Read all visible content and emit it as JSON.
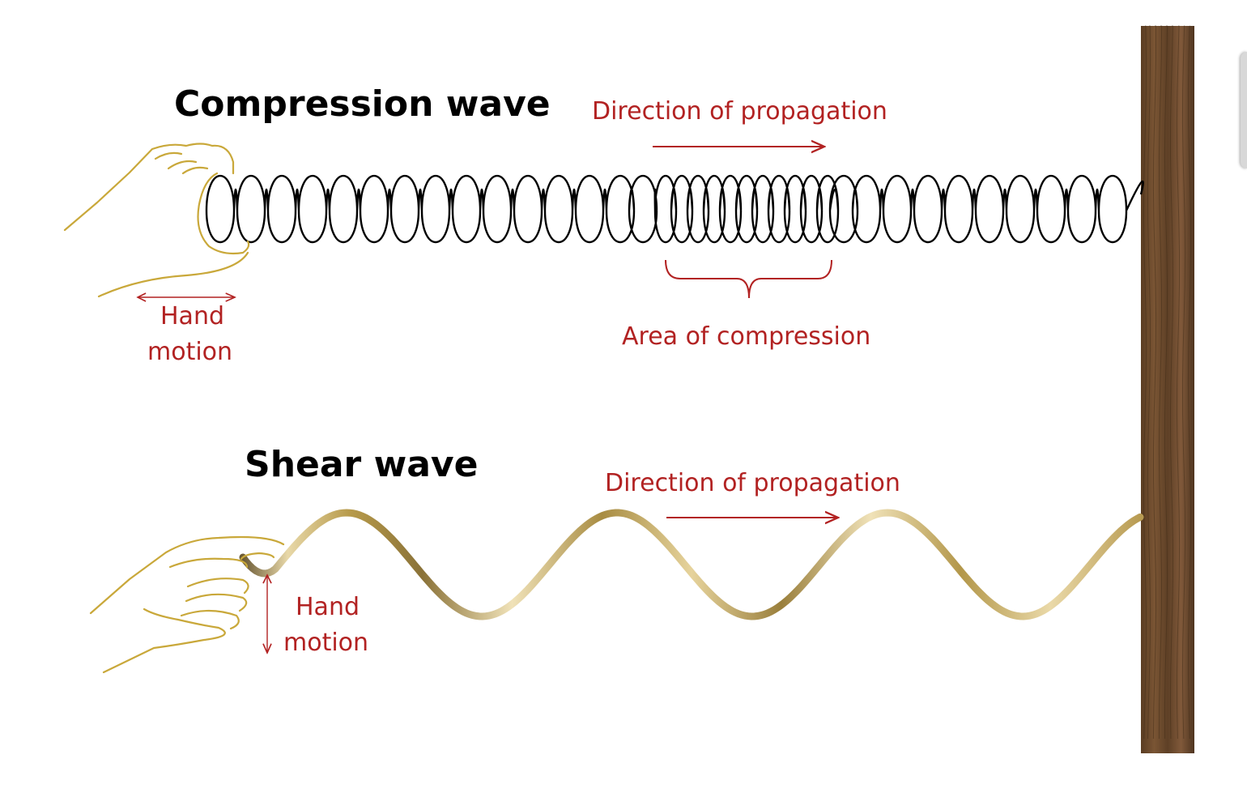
{
  "compression": {
    "title": "Compression wave",
    "direction_label": "Direction of propagation",
    "compression_label": "Area of compression",
    "hand_motion_line1": "Hand",
    "hand_motion_line2": "motion"
  },
  "shear": {
    "title": "Shear wave",
    "direction_label": "Direction of propagation",
    "hand_motion_line1": "Hand",
    "hand_motion_line2": "motion"
  },
  "colors": {
    "annotation": "#b22222",
    "spring": "#000000",
    "rope": "#c8a850",
    "hand_outline": "#c9a83a",
    "wall": "#6b4a2a"
  }
}
